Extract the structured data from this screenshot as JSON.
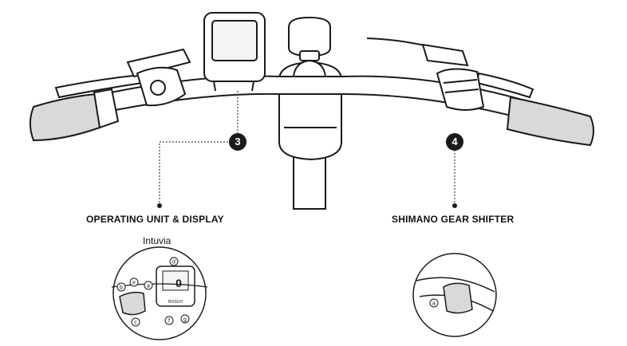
{
  "callouts": [
    {
      "number": "3",
      "label": "OPERATING UNIT & DISPLAY",
      "sub_label": "Intuvia"
    },
    {
      "number": "4",
      "label": "SHIMANO GEAR SHIFTER"
    }
  ],
  "detail_left": {
    "letters": [
      "a",
      "b",
      "c",
      "d",
      "e",
      "f",
      "g"
    ],
    "display_value": "0",
    "brand_text": "BOSCH"
  },
  "detail_right": {
    "letters": [
      "a"
    ]
  },
  "colors": {
    "line": "#1a1a1a",
    "badge": "#1a1a1a",
    "fill_light": "#f4f4f4",
    "fill_mid": "#d9d9d9"
  }
}
